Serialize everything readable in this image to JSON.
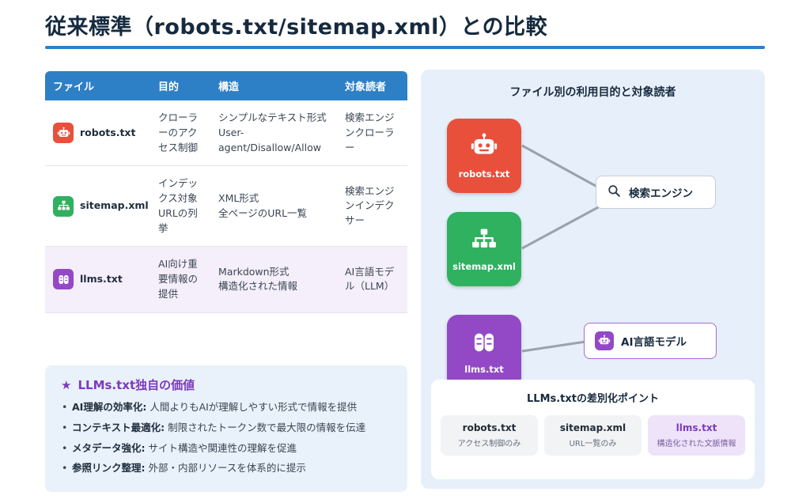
{
  "page": {
    "title": "従来標準（robots.txt/sitemap.xml）との比較"
  },
  "icons": {
    "star": "★"
  },
  "colors": {
    "accent_blue": "#2d7fc6",
    "red": "#e8503c",
    "green": "#2fb160",
    "purple": "#9349c6"
  },
  "table": {
    "headers": [
      "ファイル",
      "目的",
      "構造",
      "対象読者"
    ],
    "rows": [
      {
        "file": "robots.txt",
        "purpose": "クローラーのアクセス制御",
        "structure": "シンプルなテキスト形式\nUser-agent/Disallow/Allow",
        "audience": "検索エンジンクローラー"
      },
      {
        "file": "sitemap.xml",
        "purpose": "インデックス対象URLの列挙",
        "structure": "XML形式\n全ページのURL一覧",
        "audience": "検索エンジンインデクサー"
      },
      {
        "file": "llms.txt",
        "purpose": "AI向け重要情報の提供",
        "structure": "Markdown形式\n構造化された情報",
        "audience": "AI言語モデル（LLM）"
      }
    ]
  },
  "value_box": {
    "title": "LLMs.txt独自の価値",
    "items": [
      {
        "label": "AI理解の効率化:",
        "text": "人間よりもAIが理解しやすい形式で情報を提供"
      },
      {
        "label": "コンテキスト最適化:",
        "text": "制限されたトークン数で最大限の情報を伝達"
      },
      {
        "label": "メタデータ強化:",
        "text": "サイト構造や関連性の理解を促進"
      },
      {
        "label": "参照リンク整理:",
        "text": "外部・内部リソースを体系的に提示"
      }
    ]
  },
  "diagram": {
    "title": "ファイル別の利用目的と対象読者",
    "nodes": [
      {
        "label": "robots.txt"
      },
      {
        "label": "sitemap.xml"
      },
      {
        "label": "llms.txt"
      }
    ],
    "search_engine_label": "検索エンジン",
    "ai_model_label": "AI言語モデル",
    "diff_box": {
      "title": "LLMs.txtの差別化ポイント",
      "items": [
        {
          "name": "robots.txt",
          "desc": "アクセス制御のみ"
        },
        {
          "name": "sitemap.xml",
          "desc": "URL一覧のみ"
        },
        {
          "name": "llms.txt",
          "desc": "構造化された文脈情報"
        }
      ]
    }
  }
}
